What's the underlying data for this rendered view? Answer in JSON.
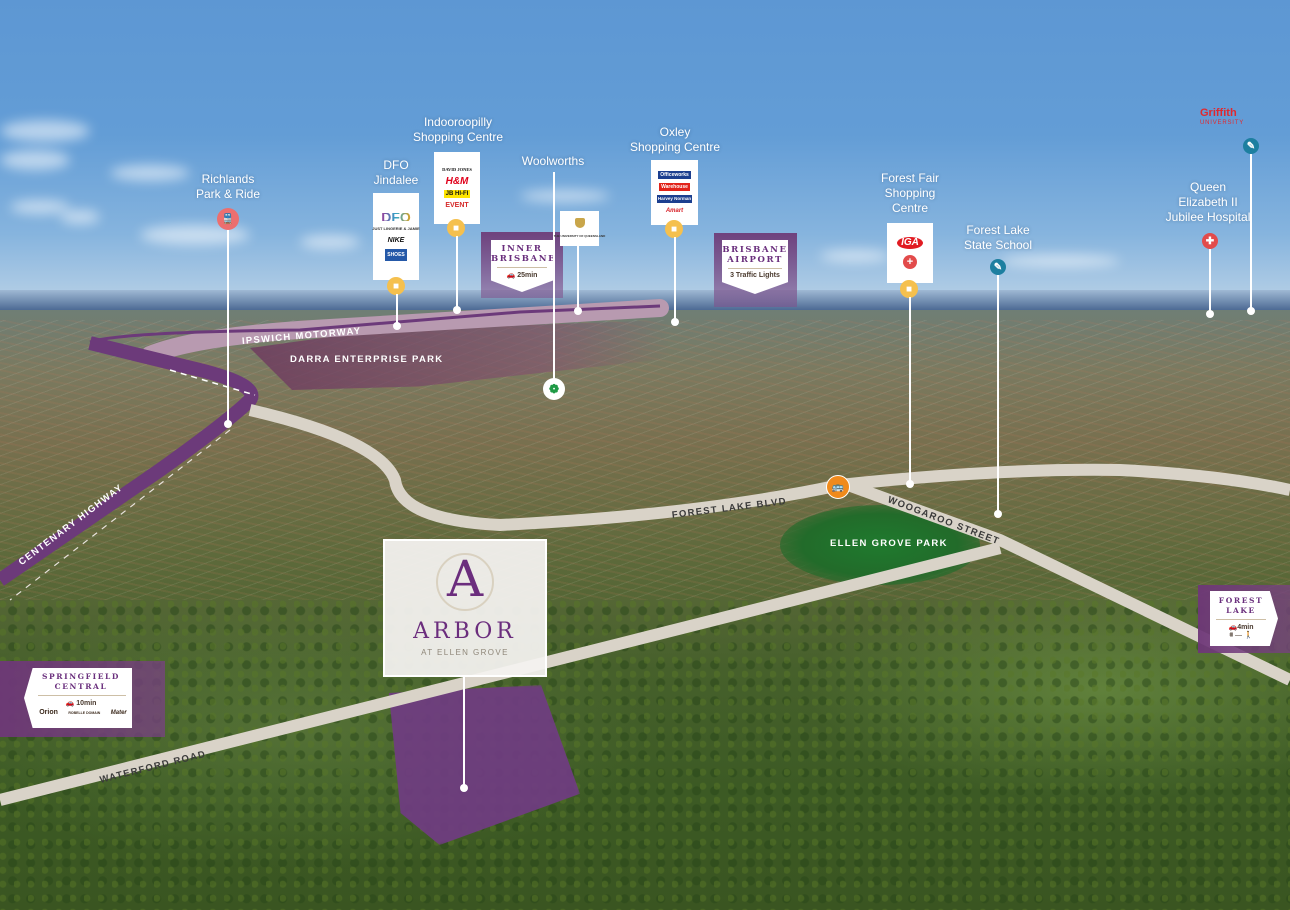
{
  "scene": {
    "type": "aerial-location-map",
    "colors": {
      "sky": "#5f98d2",
      "brand_purple": "#6b2d7d",
      "highway_purple": "#6c3a7a",
      "motorway_pink": "#b89ab0",
      "road_grey": "#d9d3c8",
      "shop_pin": "#f5c04e",
      "transit_pin": "#ec6f6f",
      "school_pin": "#1d7fa0",
      "health_pin": "#e24b4b",
      "bus_pin": "#f08a1c"
    }
  },
  "development": {
    "logo_letter": "A",
    "name": "ARBOR",
    "subtitle": "AT ELLEN GROVE"
  },
  "pois": {
    "richlands": {
      "title_lines": [
        "Richlands",
        "Park & Ride"
      ],
      "icon": "train-icon"
    },
    "dfo": {
      "title_lines": [
        "DFO",
        "Jindalee"
      ],
      "icon": "shopping-bag-icon",
      "logos": [
        "DFO",
        "JUST LINGERIE & JAMIE",
        "NIKE",
        "SHOES"
      ]
    },
    "indooroopilly": {
      "title_lines": [
        "Indooroopilly",
        "Shopping Centre"
      ],
      "icon": "shopping-bag-icon",
      "logos": [
        "DAVID JONES",
        "H&M",
        "JB HI-FI",
        "EVENT"
      ]
    },
    "woolworths": {
      "title_lines": [
        "Woolworths"
      ],
      "icon": "woolworths-icon"
    },
    "uq": {
      "logo": "THE UNIVERSITY OF QUEENSLAND"
    },
    "oxley": {
      "title_lines": [
        "Oxley",
        "Shopping Centre"
      ],
      "icon": "shopping-bag-icon",
      "logos": [
        "Officeworks",
        "Warehouse",
        "Harvey Norman",
        "Amart"
      ]
    },
    "forest_fair": {
      "title_lines": [
        "Forest Fair",
        "Shopping",
        "Centre"
      ],
      "icon": "shopping-bag-icon",
      "logos": [
        "IGA",
        "+"
      ]
    },
    "forest_lake_school": {
      "title_lines": [
        "Forest Lake",
        "State School"
      ],
      "icon": "pencil-icon"
    },
    "qeii": {
      "title_lines": [
        "Queen",
        "Elizabeth II",
        "Jubilee Hospital"
      ],
      "icon": "medical-cross-icon"
    },
    "griffith": {
      "logo_main": "Griffith",
      "logo_sub": "UNIVERSITY",
      "icon": "pencil-icon"
    }
  },
  "destinations": {
    "inner_brisbane": {
      "name_lines": [
        "INNER",
        "BRISBANE"
      ],
      "time": "25min",
      "icon": "car-icon"
    },
    "brisbane_airport": {
      "name_lines": [
        "BRISBANE",
        "AIRPORT"
      ],
      "time": "3 Traffic Lights"
    },
    "springfield": {
      "name_lines": [
        "SPRINGFIELD",
        "CENTRAL"
      ],
      "time": "10min",
      "icon": "car-icon",
      "logos": [
        "Orion",
        "ROBELLE DOMAIN",
        "Mater"
      ]
    },
    "forest_lake": {
      "name_lines": [
        "FOREST",
        "LAKE"
      ],
      "time": "4min",
      "icon": "car-icon",
      "activity_icons": [
        "picnic-icon",
        "kayak-icon",
        "walking-icon"
      ]
    }
  },
  "roads": {
    "ipswich_motorway": "IPSWICH MOTORWAY",
    "darra": "DARRA ENTERPRISE PARK",
    "centenary": "CENTENARY HIGHWAY",
    "forest_lake_blvd": "FOREST LAKE BLVD",
    "woogaroo": "WOOGAROO STREET",
    "ellen_grove_park": "ELLEN GROVE PARK",
    "waterford": "WATERFORD ROAD"
  }
}
